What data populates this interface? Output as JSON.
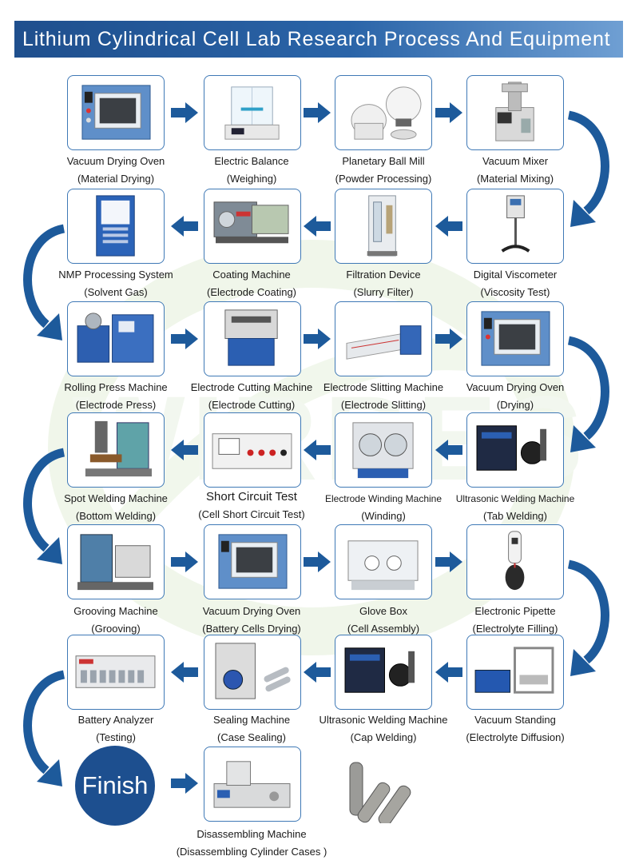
{
  "title": "Lithium Cylindrical Cell Lab Research Process And Equipment",
  "watermark": "WIRBEST",
  "steps": [
    {
      "name": "Vacuum Drying Oven",
      "sub": "(Material Drying)",
      "icon": "oven-icon"
    },
    {
      "name": "Electric Balance",
      "sub": "(Weighing)",
      "icon": "balance-icon"
    },
    {
      "name": "Planetary Ball Mill",
      "sub": "(Powder Processing)",
      "icon": "ball-mill-icon"
    },
    {
      "name": "Vacuum Mixer",
      "sub": "(Material Mixing)",
      "icon": "mixer-icon"
    },
    {
      "name": "NMP Processing System",
      "sub": "(Solvent Gas)",
      "icon": "cabinet-icon"
    },
    {
      "name": "Coating Machine",
      "sub": "(Electrode Coating)",
      "icon": "coating-machine-icon"
    },
    {
      "name": "Filtration Device",
      "sub": "(Slurry Filter)",
      "icon": "filtration-icon"
    },
    {
      "name": "Digital Viscometer",
      "sub": "(Viscosity Test)",
      "icon": "viscometer-icon"
    },
    {
      "name": "Rolling Press Machine",
      "sub": "(Electrode Press)",
      "icon": "rolling-press-icon"
    },
    {
      "name": "Electrode Cutting Machine",
      "sub": "(Electrode Cutting)",
      "icon": "cutting-machine-icon"
    },
    {
      "name": "Electrode Slitting Machine",
      "sub": "(Electrode Slitting)",
      "icon": "slitting-machine-icon"
    },
    {
      "name": "Vacuum Drying Oven",
      "sub": "(Drying)",
      "icon": "oven-icon"
    },
    {
      "name": "Spot Welding Machine",
      "sub": "(Bottom Welding)",
      "icon": "spot-welder-icon"
    },
    {
      "name": "Short Circuit Test",
      "sub": "(Cell Short Circuit Test)",
      "icon": "tester-icon"
    },
    {
      "name": "Electrode Winding Machine",
      "sub": "(Winding)",
      "icon": "winding-machine-icon"
    },
    {
      "name": "Ultrasonic Welding Machine",
      "sub": "(Tab Welding)",
      "icon": "ultrasonic-welder-icon"
    },
    {
      "name": "Grooving Machine",
      "sub": "(Grooving)",
      "icon": "grooving-machine-icon"
    },
    {
      "name": "Vacuum Drying Oven",
      "sub": "(Battery Cells Drying)",
      "icon": "oven-icon"
    },
    {
      "name": "Glove Box",
      "sub": "(Cell Assembly)",
      "icon": "glove-box-icon"
    },
    {
      "name": "Electronic Pipette",
      "sub": "(Electrolyte Filling)",
      "icon": "pipette-icon"
    },
    {
      "name": "Battery Analyzer",
      "sub": "(Testing)",
      "icon": "battery-analyzer-icon"
    },
    {
      "name": "Sealing Machine",
      "sub": "(Case Sealing)",
      "icon": "sealing-machine-icon"
    },
    {
      "name": "Ultrasonic Welding Machine",
      "sub": "(Cap Welding)",
      "icon": "ultrasonic-welder-icon"
    },
    {
      "name": "Vacuum Standing",
      "sub": "(Electrolyte Diffusion)",
      "icon": "vacuum-standing-icon"
    },
    {
      "name": "Disassembling Machine",
      "sub": "(Disassembling Cylinder Cases )",
      "icon": "disassembling-machine-icon"
    }
  ],
  "finish": "Finish",
  "product_icon": "cylindrical-cells-icon",
  "colors": {
    "accent": "#1d4f8f",
    "arrow": "#1d5a9b",
    "card_border": "#3f79b6"
  }
}
